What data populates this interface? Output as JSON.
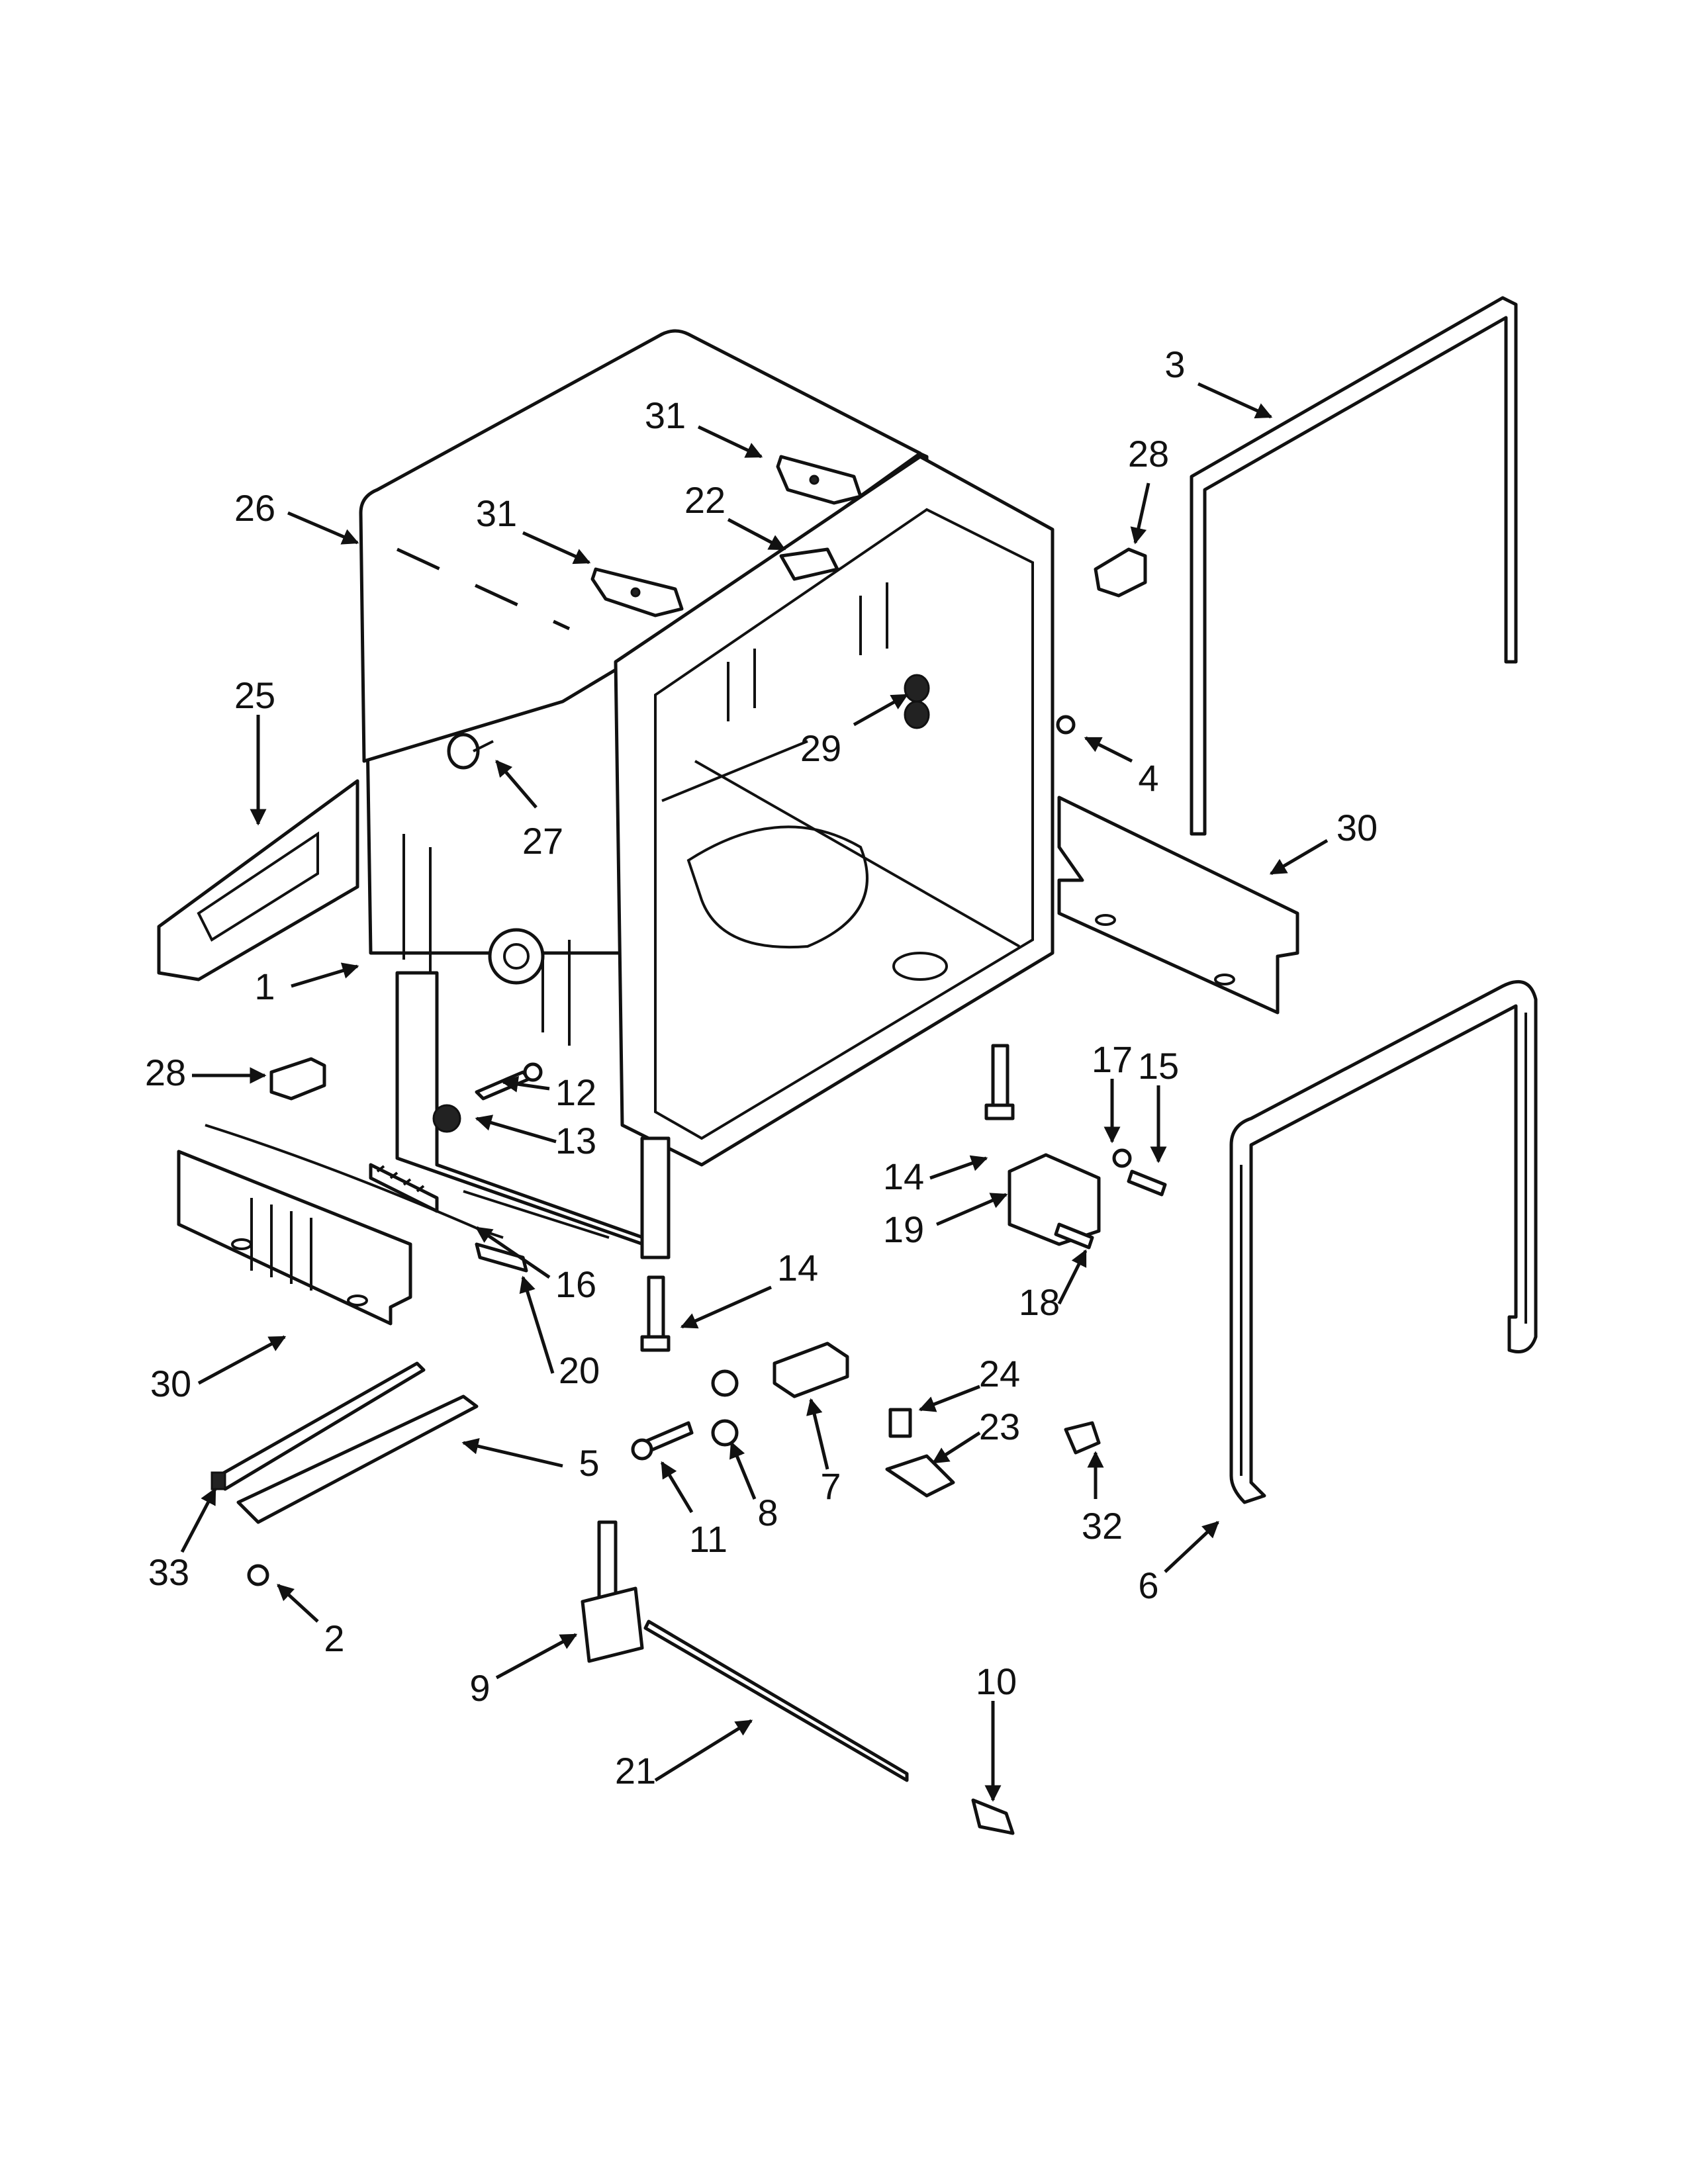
{
  "diagram": {
    "callouts": [
      {
        "id": "c3",
        "text": "3"
      },
      {
        "id": "c28a",
        "text": "28"
      },
      {
        "id": "c31a",
        "text": "31"
      },
      {
        "id": "c22",
        "text": "22"
      },
      {
        "id": "c26",
        "text": "26"
      },
      {
        "id": "c31b",
        "text": "31"
      },
      {
        "id": "c25",
        "text": "25"
      },
      {
        "id": "c29",
        "text": "29"
      },
      {
        "id": "c4",
        "text": "4"
      },
      {
        "id": "c27",
        "text": "27"
      },
      {
        "id": "c30a",
        "text": "30"
      },
      {
        "id": "c1",
        "text": "1"
      },
      {
        "id": "c28b",
        "text": "28"
      },
      {
        "id": "c12",
        "text": "12"
      },
      {
        "id": "c13",
        "text": "13"
      },
      {
        "id": "c17",
        "text": "17"
      },
      {
        "id": "c15",
        "text": "15"
      },
      {
        "id": "c14a",
        "text": "14"
      },
      {
        "id": "c19",
        "text": "19"
      },
      {
        "id": "c16",
        "text": "16"
      },
      {
        "id": "c18",
        "text": "18"
      },
      {
        "id": "c14b",
        "text": "14"
      },
      {
        "id": "c20",
        "text": "20"
      },
      {
        "id": "c30b",
        "text": "30"
      },
      {
        "id": "c24",
        "text": "24"
      },
      {
        "id": "c23",
        "text": "23"
      },
      {
        "id": "c5",
        "text": "5"
      },
      {
        "id": "c7",
        "text": "7"
      },
      {
        "id": "c8",
        "text": "8"
      },
      {
        "id": "c11",
        "text": "11"
      },
      {
        "id": "c32",
        "text": "32"
      },
      {
        "id": "c33",
        "text": "33"
      },
      {
        "id": "c6",
        "text": "6"
      },
      {
        "id": "c2",
        "text": "2"
      },
      {
        "id": "c9",
        "text": "9"
      },
      {
        "id": "c10",
        "text": "10"
      },
      {
        "id": "c21",
        "text": "21"
      }
    ]
  }
}
